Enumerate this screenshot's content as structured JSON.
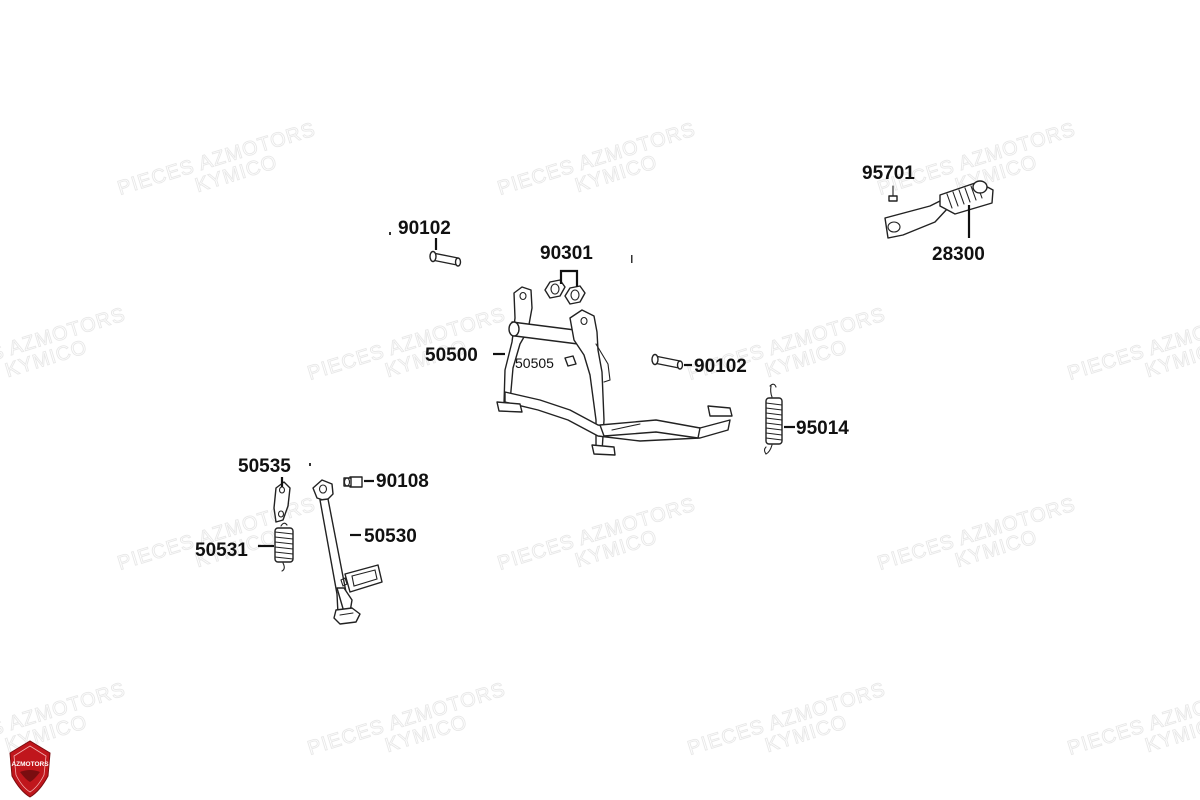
{
  "watermark": {
    "line1": "PIECES AZMOTORS",
    "line2": "KYMICO"
  },
  "logo": {
    "text": "AZMOTORS",
    "color": "#c0161c"
  },
  "labels": {
    "p90102_top": "90102",
    "p90301": "90301",
    "p95701": "95701",
    "p28300": "28300",
    "p50500": "50500",
    "p50505": "50505",
    "p90102_right": "90102",
    "p95014": "95014",
    "p50535": "50535",
    "p90108": "90108",
    "p50530": "50530",
    "p50531": "50531"
  }
}
